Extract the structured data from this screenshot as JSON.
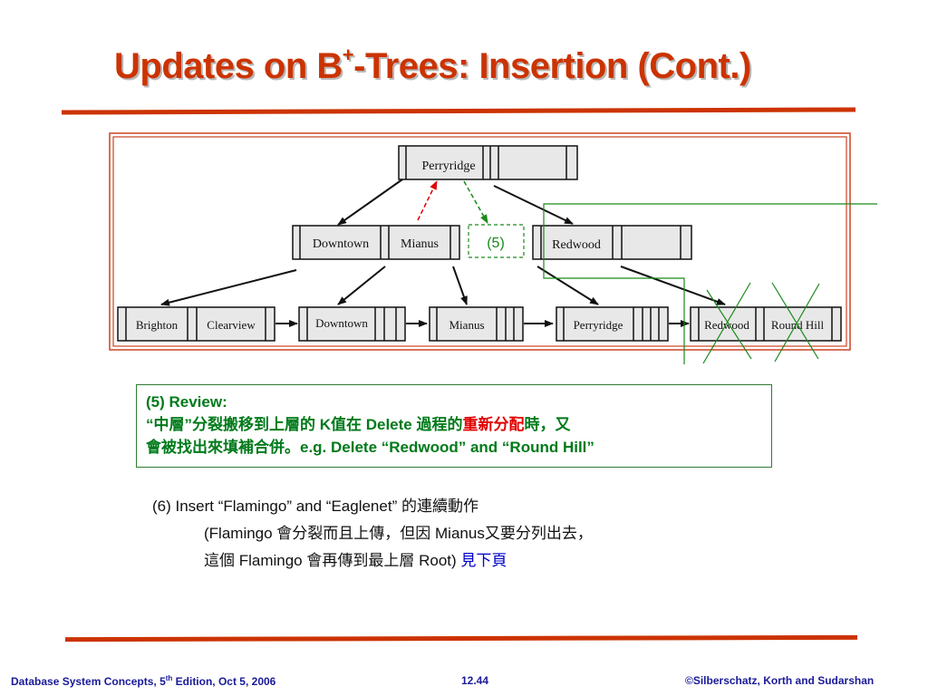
{
  "title": {
    "prefix": "Updates on B",
    "sup": "+",
    "suffix": "-Trees:  Insertion (Cont.)"
  },
  "tree": {
    "root": "Perryridge",
    "internal_left": [
      "Downtown",
      "Mianus"
    ],
    "pending_label": "(5)",
    "internal_right": "Redwood",
    "leaves": [
      [
        "Brighton",
        "Clearview"
      ],
      [
        "Downtown"
      ],
      [
        "Mianus"
      ],
      [
        "Perryridge"
      ],
      [
        "Redwood",
        "Round Hill"
      ]
    ]
  },
  "review": {
    "heading": "(5) Review:",
    "line2_a": "“中層”分裂搬移到上層的 K值在 Delete 過程的",
    "line2_red": "重新分配",
    "line2_b": "時，又",
    "line3": "會被找出來填補合併。e.g. Delete “Redwood” and “Round Hill”"
  },
  "insert": {
    "line1": "(6) Insert “Flamingo” and “Eaglenet” 的連續動作",
    "line2": "(Flamingo 會分裂而且上傳，但因 Mianus又要分列出去，",
    "line3_a": "這個 Flamingo 會再傳到最上層 Root) ",
    "line3_link": "見下頁"
  },
  "footer": {
    "left_a": "Database System Concepts, 5",
    "left_sup": "th",
    "left_b": " Edition, Oct 5,  2006",
    "center": "12.44",
    "right": "©Silberschatz, Korth and Sudarshan"
  },
  "colors": {
    "accent": "#cc3300",
    "green": "#007a1a",
    "red": "#e00000",
    "blue": "#0000cc",
    "footer": "#1a1a99"
  }
}
